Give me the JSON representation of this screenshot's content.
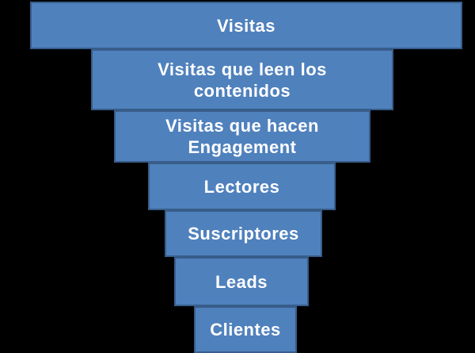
{
  "funnel": {
    "fill_color": "#4f81bd",
    "border_color": "#385d8a",
    "text_color": "#ffffff",
    "background_color": "#000000",
    "stages": [
      {
        "lines": [
          "Visitas"
        ]
      },
      {
        "lines": [
          "Visitas que leen los",
          "contenidos"
        ]
      },
      {
        "lines": [
          "Visitas que hacen",
          "Engagement"
        ]
      },
      {
        "lines": [
          "Lectores"
        ]
      },
      {
        "lines": [
          "Suscriptores"
        ]
      },
      {
        "lines": [
          "Leads"
        ]
      },
      {
        "lines": [
          "Clientes"
        ]
      }
    ]
  }
}
